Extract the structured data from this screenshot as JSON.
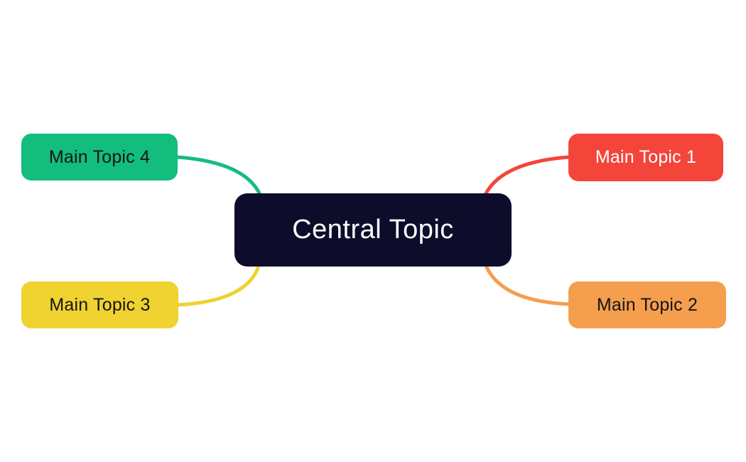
{
  "canvas": {
    "background": "#ffffff"
  },
  "central": {
    "label": "Central Topic",
    "bg": "#0d0d2b",
    "text_color": "#ffffff"
  },
  "topics": [
    {
      "label": "Main Topic 1",
      "bg": "#f4453b",
      "text_color": "#ffffff",
      "position": "top-right"
    },
    {
      "label": "Main Topic 2",
      "bg": "#f59e4e",
      "text_color": "#151515",
      "position": "bottom-right"
    },
    {
      "label": "Main Topic 3",
      "bg": "#f0d230",
      "text_color": "#151515",
      "position": "bottom-left"
    },
    {
      "label": "Main Topic 4",
      "bg": "#13bd7d",
      "text_color": "#151515",
      "position": "top-left"
    }
  ],
  "connectors": [
    {
      "from": "central-topic",
      "to": "main-topic-1",
      "color": "#f4453b"
    },
    {
      "from": "central-topic",
      "to": "main-topic-2",
      "color": "#f59e4e"
    },
    {
      "from": "central-topic",
      "to": "main-topic-3",
      "color": "#f0d230"
    },
    {
      "from": "central-topic",
      "to": "main-topic-4",
      "color": "#13bd7d"
    }
  ]
}
